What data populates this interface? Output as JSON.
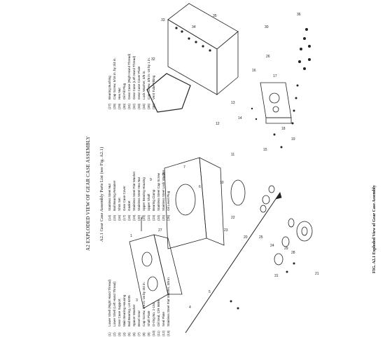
{
  "section_heading": "A2  EXPLODED VIEW OF GEAR CASE ASSEMBLY",
  "subsection_heading": "A2.1   Gear Case Assembly Parts List (see Fig. A2.1)",
  "figure_caption": "FIG. A2.1 Exploded View of Gear Case Assembly",
  "parts_columns": [
    [
      {
        "num": "(1)",
        "name": "Lower Shell (Right Hand Thread)"
      },
      {
        "num": "(2)",
        "name": "Lower Shell (Left Hand Thread)"
      },
      {
        "num": "(3)",
        "name": "Gear Case Support"
      },
      {
        "num": "(4)",
        "name": "Main Bearing Housing"
      },
      {
        "num": "(5)",
        "name": "Ball Bearing, LH 6205"
      },
      {
        "num": "(6)",
        "name": "Spacer Washer"
      },
      {
        "num": "(7)",
        "name": "Bevel Gear"
      },
      {
        "num": "(8)",
        "name": "Cap Screw, 3/8 in.-16 by 3/4 in."
      },
      {
        "num": "(9)",
        "name": "Shaft Plate"
      },
      {
        "num": "(10)",
        "name": "O-ring No. 2-153"
      },
      {
        "num": "(11)",
        "name": "Oil Seal, C/R 8698"
      },
      {
        "num": "(12)",
        "name": "Seal Plate"
      },
      {
        "num": "(13)",
        "name": "Stainless Steel Flat Washer, 3/8 in."
      }
    ],
    [
      {
        "num": "(14)",
        "name": "Stainless Steel Nut"
      },
      {
        "num": "(15)",
        "name": "Ball Bearing Retainer"
      },
      {
        "num": "(16)",
        "name": "Shim Set"
      },
      {
        "num": "(17)",
        "name": "Gear Case Cover"
      },
      {
        "num": "(18)",
        "name": "Gasket"
      },
      {
        "num": "(19)",
        "name": "Stainless Steel Flat Washer"
      },
      {
        "num": "(20)",
        "name": "Stainless Steel Hex Nut"
      },
      {
        "num": "(21)",
        "name": "Upper Bearing Housing"
      },
      {
        "num": "(22)",
        "name": "Upper Shaft"
      },
      {
        "num": "(23)",
        "name": "Bearing Clamp"
      },
      {
        "num": "(24)",
        "name": "Stainless Steel Cap Screw"
      },
      {
        "num": "(25)",
        "name": "Stainless Steel Lock Washer"
      },
      {
        "num": "(26)",
        "name": "Oil Level Plug"
      }
    ],
    [
      {
        "num": "(27)",
        "name": "Bearing Bushing"
      },
      {
        "num": "(28)",
        "name": "Cap Screw, 5/16 in. by 3/4 in."
      },
      {
        "num": "(29)",
        "name": "Hex Nut"
      },
      {
        "num": "(30)",
        "name": "Oil Fill Plug"
      },
      {
        "num": "(31)",
        "name": "Gear Case (Right Hand Thread)"
      },
      {
        "num": "(32)",
        "name": "Gear Case (Left Hand Thread)"
      },
      {
        "num": "(33)",
        "name": "Gear Case Cover Plate"
      },
      {
        "num": "(34)",
        "name": "Lock Washer, 3/8 in."
      },
      {
        "num": "(35)",
        "name": "Cap Screw, 3/8 in.-16 by 1 in."
      },
      {
        "num": "(36)",
        "name": "Vent Tube Fitting"
      }
    ]
  ],
  "callouts": [
    "1",
    "2",
    "3",
    "4",
    "5",
    "6",
    "7",
    "8",
    "9",
    "10",
    "11",
    "12",
    "13",
    "14",
    "15",
    "16",
    "17",
    "18",
    "19",
    "20",
    "21",
    "22",
    "23",
    "24",
    "25",
    "26",
    "27",
    "28",
    "29",
    "30",
    "31",
    "32",
    "33",
    "34",
    "35",
    "36"
  ]
}
